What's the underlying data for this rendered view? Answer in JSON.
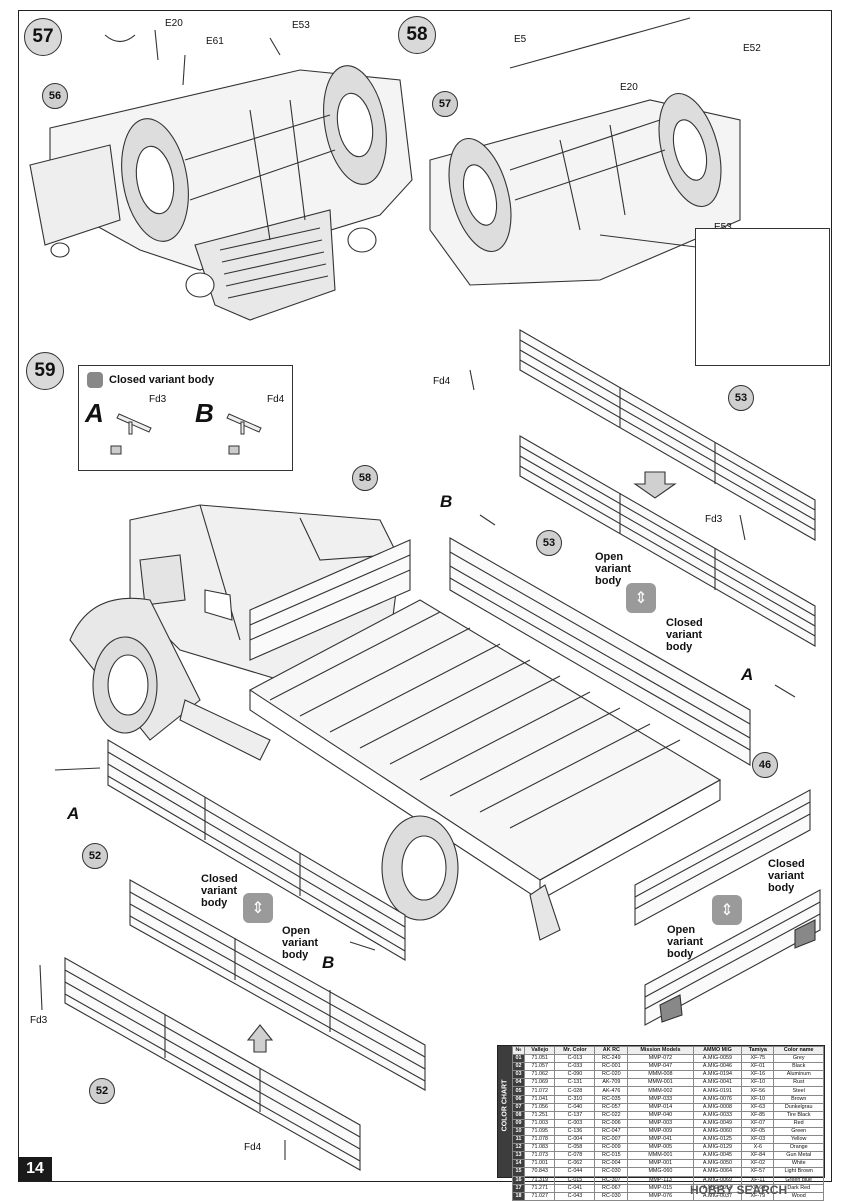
{
  "page_number": "14",
  "steps": {
    "s57": "57",
    "s58": "58",
    "s59": "59"
  },
  "callouts": {
    "c56": "56",
    "c57": "57",
    "c58": "58",
    "c53a": "53",
    "c53b": "53",
    "c52a": "52",
    "c52b": "52",
    "c46": "46"
  },
  "labels": {
    "e20_a": "E20",
    "e53_a": "E53",
    "e61": "E61",
    "e5_a": "E5",
    "e52": "E52",
    "e20_b": "E20",
    "e53_b": "E53",
    "e5_b": "E5",
    "fd4_a": "Fd4",
    "fd3_a": "Fd3",
    "fd3_inset": "Fd3",
    "fd4_inset": "Fd4",
    "fd3_b": "Fd3",
    "fd4_b": "Fd4"
  },
  "letters": {
    "b1": "B",
    "a1": "A",
    "a2": "A",
    "b2": "B",
    "inset_a": "A",
    "inset_b": "B"
  },
  "inset59": {
    "title": "Closed variant body"
  },
  "variants": {
    "v1": [
      "Open",
      "variant",
      "body"
    ],
    "v2": [
      "Closed",
      "variant",
      "body"
    ],
    "v3": [
      "Closed",
      "variant",
      "body"
    ],
    "v4": [
      "Open",
      "variant",
      "body"
    ],
    "v5": [
      "Closed",
      "variant",
      "body"
    ],
    "v6": [
      "Open",
      "variant",
      "body"
    ]
  },
  "color_chart": {
    "side_label": "COLOR CHART",
    "headers": [
      "№",
      "Vallejo",
      "Mr. Color",
      "AK RC",
      "Mission Models",
      "AMMO MIG",
      "Tamiya",
      "Color name"
    ],
    "rows": [
      [
        "01",
        "71.051",
        "C-013",
        "RC-249",
        "MMP-072",
        "A.MIG-0059",
        "XF-75",
        "Grey"
      ],
      [
        "02",
        "71.057",
        "C-033",
        "RC-001",
        "MMP-047",
        "A.MIG-0046",
        "XF-01",
        "Black"
      ],
      [
        "03",
        "71.062",
        "C-090",
        "RC-020",
        "MMM-008",
        "A.MIG-0194",
        "XF-16",
        "Aluminum"
      ],
      [
        "04",
        "71.069",
        "C-131",
        "AK-709",
        "MMW-001",
        "A.MIG-0041",
        "XF-10",
        "Rust"
      ],
      [
        "05",
        "71.072",
        "C-028",
        "AK-476",
        "MMM-002",
        "A.MIG-0191",
        "XF-56",
        "Steel"
      ],
      [
        "06",
        "71.041",
        "C-310",
        "RC-035",
        "MMP-033",
        "A.MIG-0076",
        "XF-10",
        "Brown"
      ],
      [
        "07",
        "71.056",
        "C-040",
        "RC-057",
        "MMP-014",
        "A.MIG-0008",
        "XF-63",
        "Dunkelgrau"
      ],
      [
        "08",
        "71.251",
        "C-137",
        "RC-022",
        "MMP-040",
        "A.MIG-0033",
        "XF-85",
        "Tire Black"
      ],
      [
        "09",
        "71.003",
        "C-003",
        "RC-006",
        "MMP-003",
        "A.MIG-0049",
        "XF-07",
        "Red"
      ],
      [
        "10",
        "71.095",
        "C-136",
        "RC-047",
        "MMP-009",
        "A.MIG-0060",
        "XF-05",
        "Green"
      ],
      [
        "11",
        "71.078",
        "C-004",
        "RC-007",
        "MMP-041",
        "A.MIG-0125",
        "XF-03",
        "Yellow"
      ],
      [
        "12",
        "71.083",
        "C-058",
        "RC-009",
        "MMP-005",
        "A.MIG-0129",
        "X-6",
        "Orange"
      ],
      [
        "13",
        "71.073",
        "C-078",
        "RC-015",
        "MMM-001",
        "A.MIG-0045",
        "XF-84",
        "Gun Metal"
      ],
      [
        "14",
        "71.001",
        "C-062",
        "RC-004",
        "MMP-001",
        "A.MIG-0050",
        "XF-02",
        "White"
      ],
      [
        "15",
        "70.843",
        "C-044",
        "RC-030",
        "MMG-060",
        "A.MIG-0064",
        "XF-57",
        "Light Brown"
      ],
      [
        "16",
        "71.319",
        "C-015",
        "RC-307",
        "MMP-113",
        "A.MIG-0069",
        "XF-11",
        "Green blue"
      ],
      [
        "17",
        "71.271",
        "C-041",
        "RC-067",
        "MMP-015",
        "A.MIG-0014",
        "XF-64",
        "Dark Red"
      ],
      [
        "18",
        "71.027",
        "C-043",
        "RC-030",
        "MMP-076",
        "A.MIG-0037",
        "XF-79",
        "Wood"
      ]
    ]
  },
  "watermark": "HOBBY SEARCH"
}
